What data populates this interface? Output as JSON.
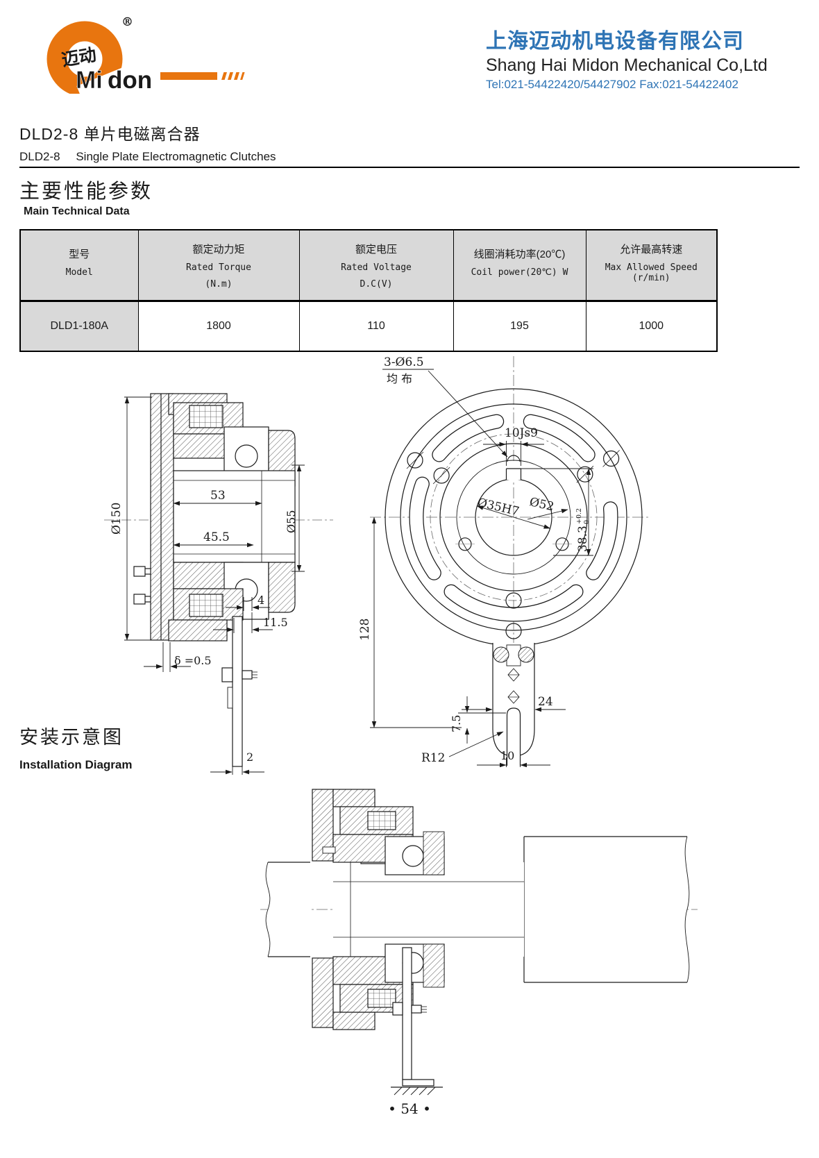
{
  "logo": {
    "cn": "迈动",
    "en_mi": "Mi",
    "en_don": "don",
    "registered": "®",
    "orange": "#e8750f"
  },
  "company": {
    "name_cn": "上海迈动机电设备有限公司",
    "name_en": "Shang Hai Midon Mechanical Co,Ltd",
    "contact": "Tel:021-54422420/54427902 Fax:021-54422402",
    "blue": "#2e74b5"
  },
  "title": {
    "cn": "DLD2-8 单片电磁离合器",
    "en_model": "DLD2-8",
    "en_text": "Single Plate Electromagnetic Clutches"
  },
  "section_main": {
    "cn": "主要性能参数",
    "en": "Main Technical Data"
  },
  "table": {
    "columns": [
      {
        "cn": "型号",
        "en": "Model",
        "unit": ""
      },
      {
        "cn": "额定动力矩",
        "en": "Rated Torque",
        "unit": "(N.m)"
      },
      {
        "cn": "额定电压",
        "en": "Rated Voltage",
        "unit": "D.C(V)"
      },
      {
        "cn": "线圈消耗功率(20℃)",
        "en": "Coil power(20℃) W",
        "unit": ""
      },
      {
        "cn": "允许最高转速",
        "en": "Max Allowed Speed (r/min)",
        "unit": ""
      }
    ],
    "rows": [
      {
        "model": "DLD1-180A",
        "torque": "1800",
        "voltage": "110",
        "power": "195",
        "speed": "1000"
      }
    ]
  },
  "side_view": {
    "dim_d150": "Ø150",
    "dim_53": "53",
    "dim_45_5": "45.5",
    "dim_d55": "Ø55",
    "dim_4": "4",
    "dim_11_5": "11.5",
    "dim_gap": "δ =0.5",
    "dim_2": "2"
  },
  "front_view": {
    "holes_label_1": "3-Ø6.5",
    "holes_label_2": "均 布",
    "key_dim": "10Js9",
    "bore_dim": "Ø35H7",
    "circle_dim": "Ø52",
    "key_depth": "38.3",
    "key_depth_tol_up": "+0.2",
    "key_depth_tol_dn": "0",
    "dim_128": "128",
    "dim_7_5": "7.5",
    "dim_24": "24",
    "dim_r12": "R12",
    "dim_10": "10"
  },
  "section_install": {
    "cn": "安装示意图",
    "en": "Installation Diagram"
  },
  "footer": {
    "page_number": "• 54 •"
  }
}
